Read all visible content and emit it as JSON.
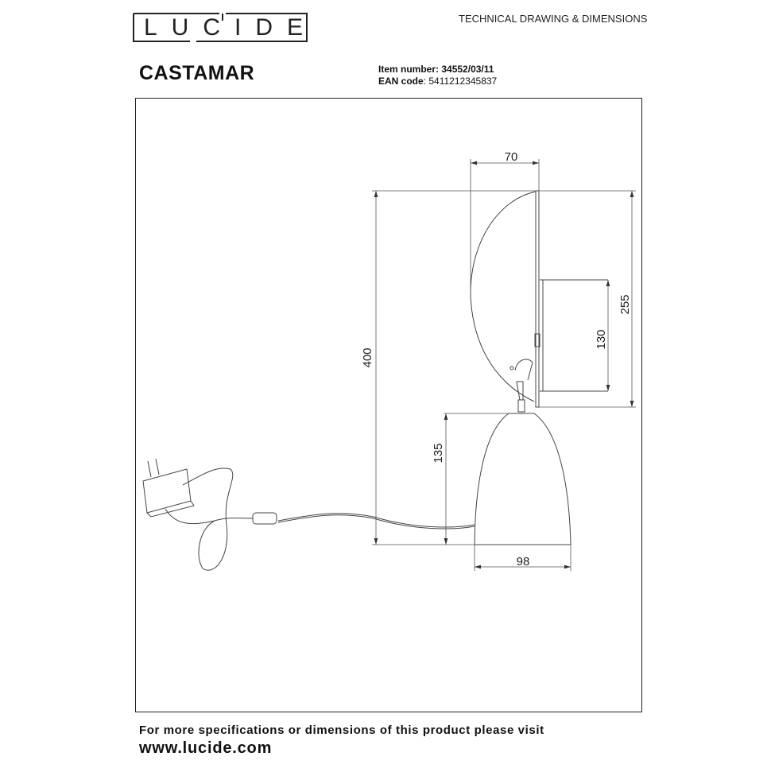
{
  "header": {
    "logo_text": "LUCIDE",
    "document_type": "TECHNICAL DRAWING & DIMENSIONS"
  },
  "product": {
    "name": "CASTAMAR",
    "item_number_label": "Item number:",
    "item_number": "34552/03/11",
    "ean_label": "EAN code",
    "ean": "5411212345837"
  },
  "dimensions": {
    "shade_depth": "70",
    "total_height": "400",
    "disc_height": "255",
    "base_plate_height": "130",
    "base_height": "135",
    "base_width": "98"
  },
  "footer": {
    "line1": "For more specifications or dimensions of this product please visit",
    "website": "www.lucide.com"
  }
}
